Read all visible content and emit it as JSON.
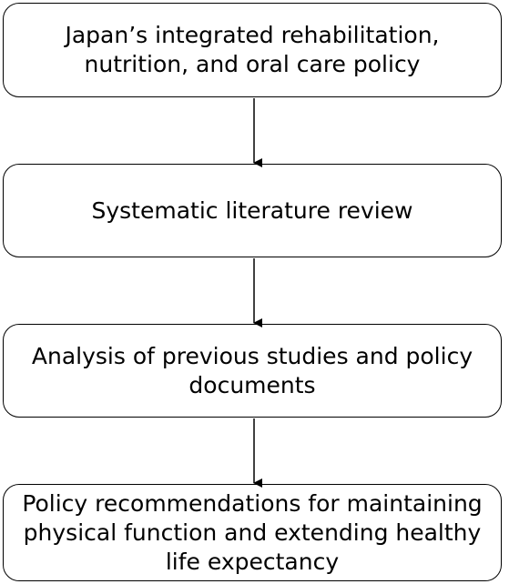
{
  "steps": [
    {
      "text": "Japan’s integrated rehabilitation, nutrition, and oral care policy"
    },
    {
      "text": "Systematic literature review"
    },
    {
      "text": "Analysis of previous studies and policy documents"
    },
    {
      "text": "Policy recommendations for maintaining physical function and extending healthy life expectancy"
    }
  ],
  "colors": {
    "border": "#000000",
    "text": "#000000",
    "background": "#ffffff"
  }
}
